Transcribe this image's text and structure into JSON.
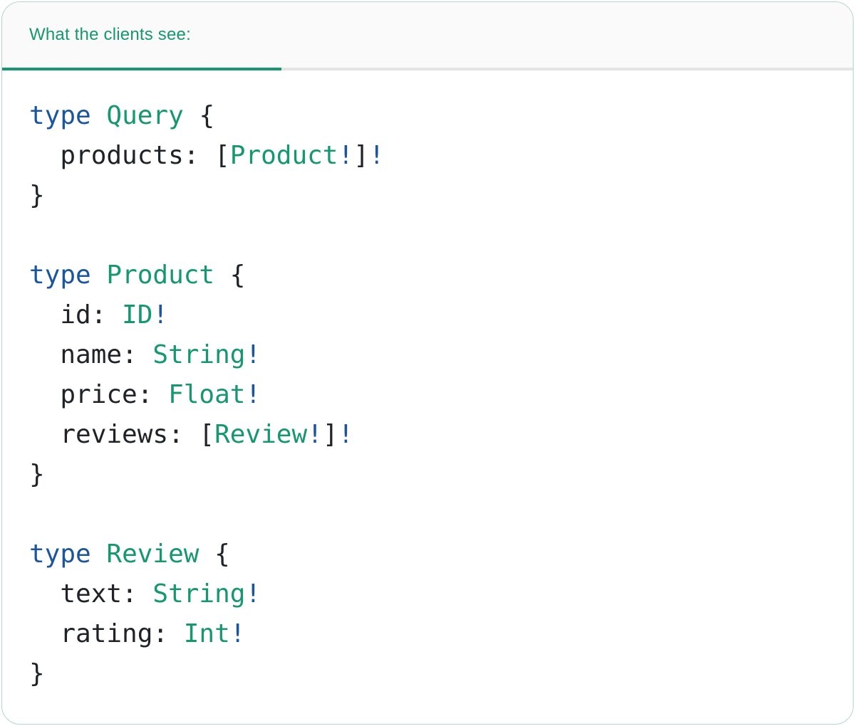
{
  "card": {
    "tab": {
      "label": "What the clients see:"
    },
    "colors": {
      "accent_green": "#16976F",
      "keyword_blue": "#1B559E",
      "plain_text": "#1F2328",
      "tab_strip_bg": "#FAFAFA",
      "divider_gray": "#E4E4E4",
      "card_border_green": "#B3D8C4",
      "card_bg": "#FFFFFF"
    },
    "code": {
      "lines": [
        {
          "tokens": [
            {
              "t": "type",
              "c": "kw"
            },
            {
              "t": " ",
              "c": "plain"
            },
            {
              "t": "Query",
              "c": "type"
            },
            {
              "t": " {",
              "c": "plain"
            }
          ]
        },
        {
          "tokens": [
            {
              "t": "  products: [",
              "c": "plain"
            },
            {
              "t": "Product",
              "c": "type"
            },
            {
              "t": "!",
              "c": "bang"
            },
            {
              "t": "]",
              "c": "plain"
            },
            {
              "t": "!",
              "c": "bang"
            }
          ]
        },
        {
          "tokens": [
            {
              "t": "}",
              "c": "plain"
            }
          ]
        },
        {
          "tokens": []
        },
        {
          "tokens": [
            {
              "t": "type",
              "c": "kw"
            },
            {
              "t": " ",
              "c": "plain"
            },
            {
              "t": "Product",
              "c": "type"
            },
            {
              "t": " {",
              "c": "plain"
            }
          ]
        },
        {
          "tokens": [
            {
              "t": "  id: ",
              "c": "plain"
            },
            {
              "t": "ID",
              "c": "type"
            },
            {
              "t": "!",
              "c": "bang"
            }
          ]
        },
        {
          "tokens": [
            {
              "t": "  name: ",
              "c": "plain"
            },
            {
              "t": "String",
              "c": "type"
            },
            {
              "t": "!",
              "c": "bang"
            }
          ]
        },
        {
          "tokens": [
            {
              "t": "  price: ",
              "c": "plain"
            },
            {
              "t": "Float",
              "c": "type"
            },
            {
              "t": "!",
              "c": "bang"
            }
          ]
        },
        {
          "tokens": [
            {
              "t": "  reviews: [",
              "c": "plain"
            },
            {
              "t": "Review",
              "c": "type"
            },
            {
              "t": "!",
              "c": "bang"
            },
            {
              "t": "]",
              "c": "plain"
            },
            {
              "t": "!",
              "c": "bang"
            }
          ]
        },
        {
          "tokens": [
            {
              "t": "}",
              "c": "plain"
            }
          ]
        },
        {
          "tokens": []
        },
        {
          "tokens": [
            {
              "t": "type",
              "c": "kw"
            },
            {
              "t": " ",
              "c": "plain"
            },
            {
              "t": "Review",
              "c": "type"
            },
            {
              "t": " {",
              "c": "plain"
            }
          ]
        },
        {
          "tokens": [
            {
              "t": "  text: ",
              "c": "plain"
            },
            {
              "t": "String",
              "c": "type"
            },
            {
              "t": "!",
              "c": "bang"
            }
          ]
        },
        {
          "tokens": [
            {
              "t": "  rating: ",
              "c": "plain"
            },
            {
              "t": "Int",
              "c": "type"
            },
            {
              "t": "!",
              "c": "bang"
            }
          ]
        },
        {
          "tokens": [
            {
              "t": "}",
              "c": "plain"
            }
          ]
        }
      ]
    }
  }
}
